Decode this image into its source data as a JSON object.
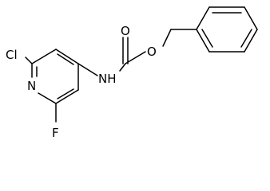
{
  "molecule": {
    "atoms": {
      "chlorine": "Cl",
      "nitrogen_ring": "N",
      "fluorine": "F",
      "amide_nh": "NH",
      "carbonyl_oxygen": "O",
      "ester_oxygen": "O"
    },
    "colors": {
      "bonds": "#000000",
      "labels": "#000000",
      "background": "#ffffff"
    }
  }
}
